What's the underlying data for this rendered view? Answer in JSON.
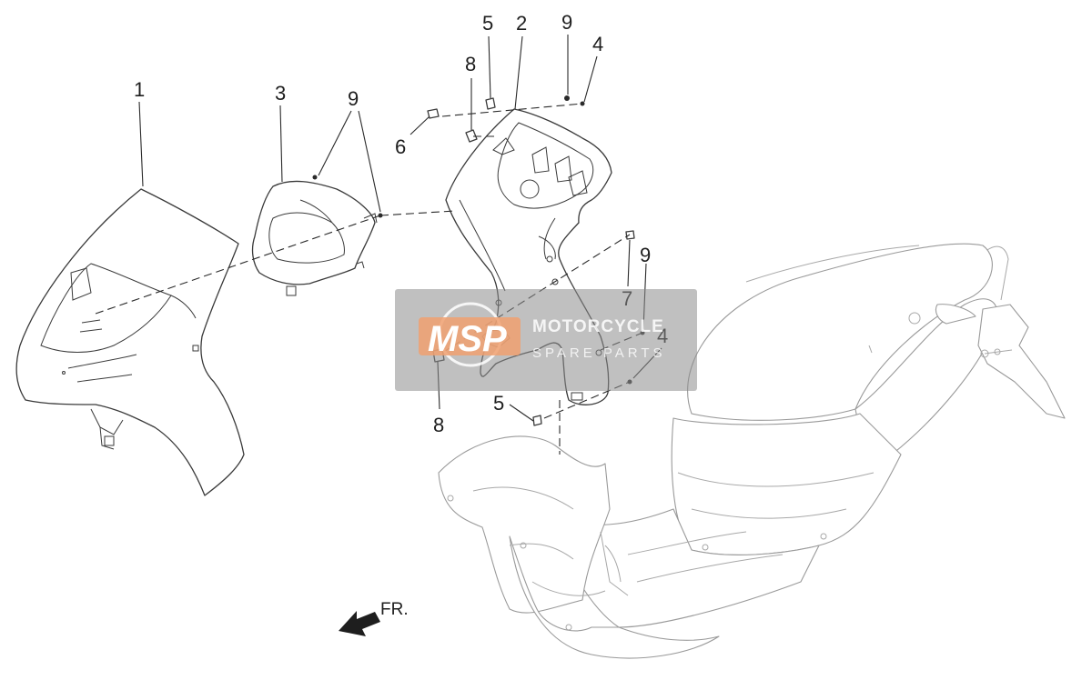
{
  "diagram": {
    "callouts": {
      "c1": "1",
      "c2": "2",
      "c3": "3",
      "c4a": "4",
      "c4b": "4",
      "c5a": "5",
      "c5b": "5",
      "c6": "6",
      "c7": "7",
      "c8a": "8",
      "c8b": "8",
      "c9a": "9",
      "c9b": "9",
      "c9c": "9"
    },
    "direction_label": "FR.",
    "colors": {
      "line": "#3a3a3a",
      "scooter_outline": "#9a9a9a",
      "watermark_accent": "#f0a070"
    }
  },
  "watermark": {
    "logo_text": "MSP",
    "title": "MOTORCYCLE",
    "subtitle": "SPARE PARTS"
  }
}
